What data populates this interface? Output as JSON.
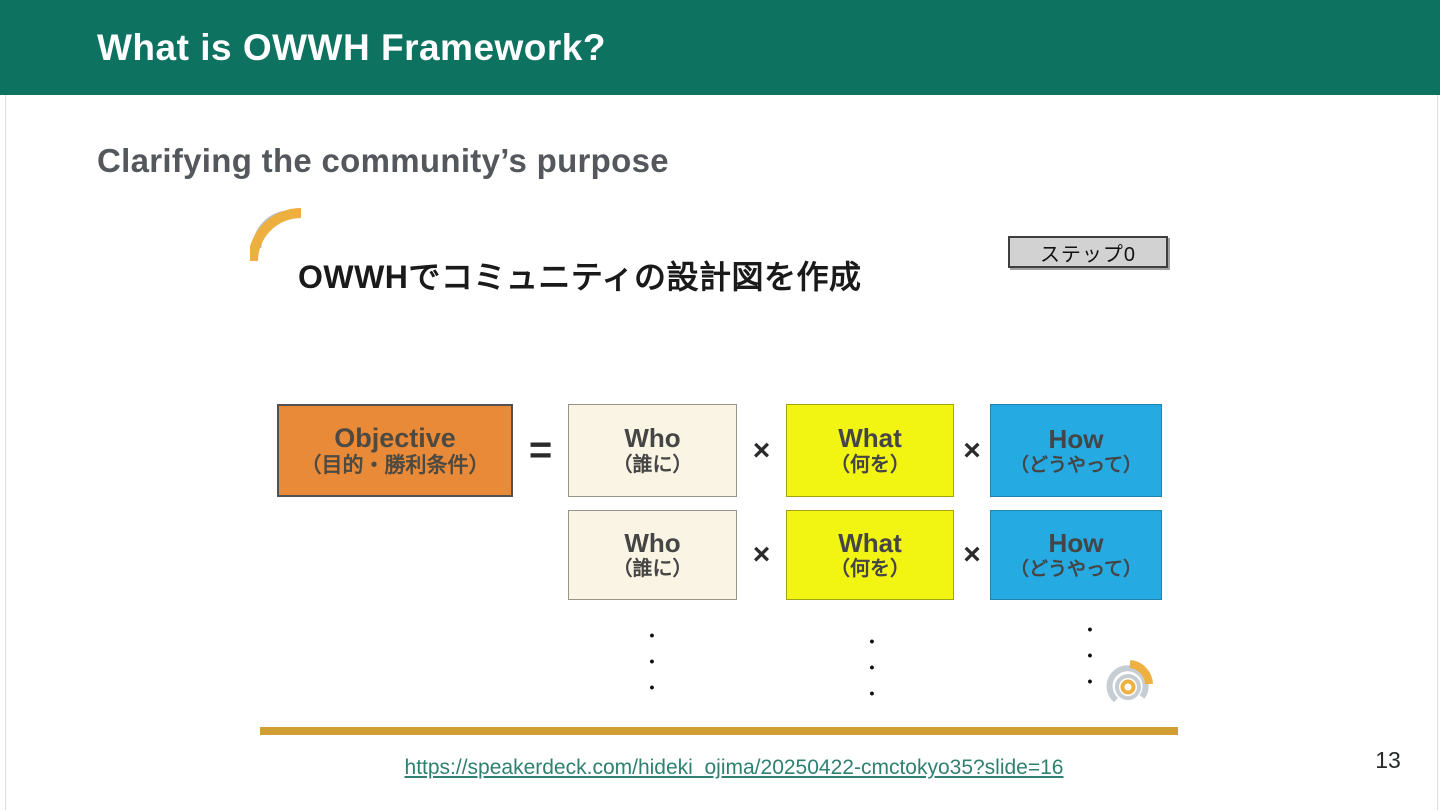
{
  "header": {
    "title": "What is OWWH Framework?"
  },
  "content": {
    "heading": "Clarifying the community’s purpose"
  },
  "figure": {
    "title": "OWWHでコミュニティの設計図を作成",
    "step_label": "ステップ0",
    "objective": {
      "label": "Objective",
      "sublabel": "（目的・勝利条件）"
    },
    "operators": {
      "equals": "=",
      "multiply": "×"
    },
    "rows": [
      [
        {
          "label": "Who",
          "sublabel": "（誰に）"
        },
        {
          "label": "What",
          "sublabel": "（何を）"
        },
        {
          "label": "How",
          "sublabel": "（どうやって）"
        }
      ],
      [
        {
          "label": "Who",
          "sublabel": "（誰に）"
        },
        {
          "label": "What",
          "sublabel": "（何を）"
        },
        {
          "label": "How",
          "sublabel": "（どうやって）"
        }
      ]
    ],
    "continuation_dots": "•\n•\n•",
    "icons": {
      "decoration": "arc-swoosh-icon",
      "logo": "concentric-circles-logo-icon"
    }
  },
  "footer": {
    "source_link": "https://speakerdeck.com/hideki_ojima/20250422-cmctokyo35?slide=16",
    "page_number": "13"
  },
  "colors": {
    "header_green": "#0e7261",
    "objective_orange": "#e98a38",
    "who_cream": "#faf4e5",
    "what_yellow": "#f2f411",
    "how_blue": "#25aae1",
    "accent_gold": "#d09e33",
    "link_teal": "#2e8170"
  }
}
